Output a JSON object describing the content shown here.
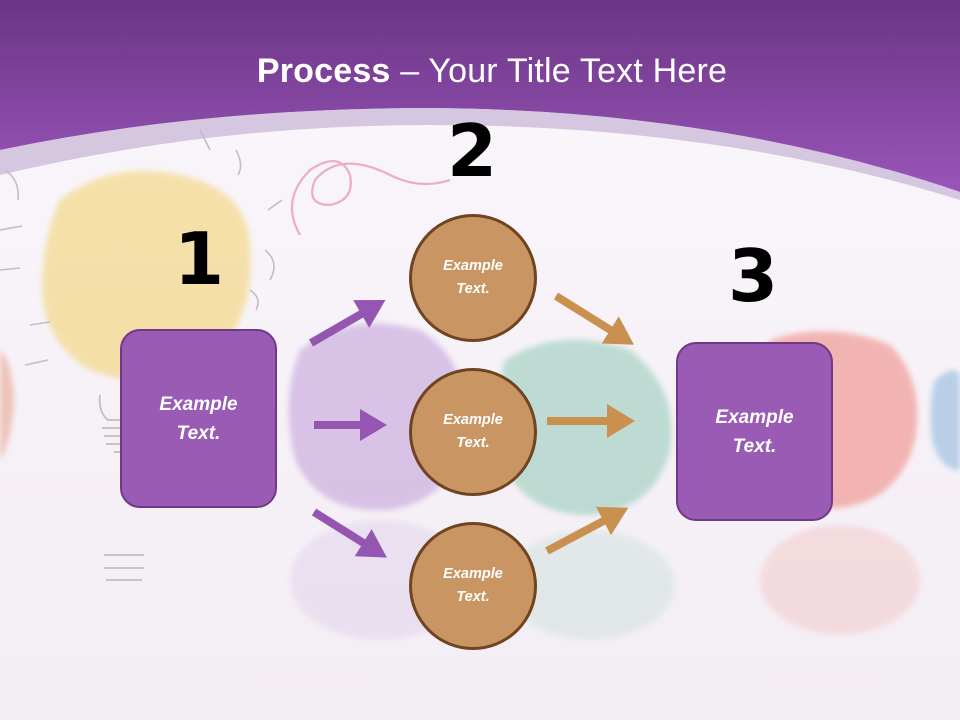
{
  "title": {
    "bold": "Process",
    "rest": " – Your Title Text Here"
  },
  "steps": {
    "step1": {
      "number": "1",
      "text": "Example\nText."
    },
    "step2": {
      "number": "2",
      "text": "Example\nText."
    },
    "step3": {
      "number": "3",
      "text": "Example\nText."
    }
  },
  "circles": [
    {
      "text": "Example\nText."
    },
    {
      "text": "Example\nText."
    },
    {
      "text": "Example\nText."
    }
  ],
  "colors": {
    "header": "#8a4aa8",
    "box_fill": "#9a5bb5",
    "circle_fill": "#c99562",
    "left_arrows": "#9456b0",
    "right_arrows": "#c9904f"
  },
  "decorations": [
    "crumpled-paper-yellow",
    "crumpled-paper-purple",
    "crumpled-paper-green",
    "crumpled-paper-red",
    "crumpled-paper-blue",
    "lightbulb-doodle"
  ]
}
